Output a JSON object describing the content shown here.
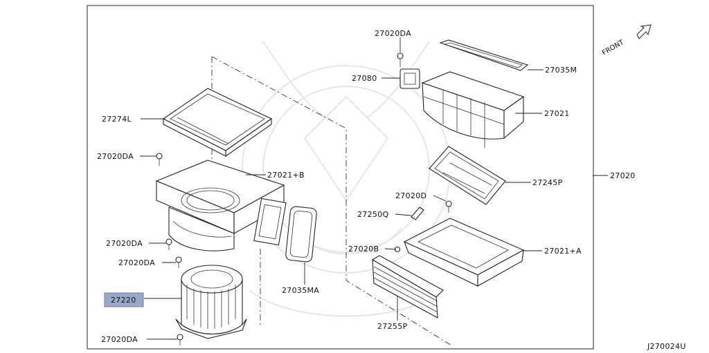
{
  "diagram_code": "J270024U",
  "front_label": "FRONT",
  "highlight_color": "#9aa7c8",
  "parts": {
    "p27274L": "27274L",
    "p27020DA_top": "27020DA",
    "p27021B": "27021+B",
    "p27020DA_mid1": "27020DA",
    "p27020DA_mid2": "27020DA",
    "p27220": "27220",
    "p27020DA_bot": "27020DA",
    "p27035MA": "27035MA",
    "p27020DA_upper": "27020DA",
    "p27080": "27080",
    "p27035M": "27035M",
    "p27021": "27021",
    "p27245P": "27245P",
    "p27020": "27020",
    "p27020D": "27020D",
    "p27250Q": "27250Q",
    "p27020B": "27020B",
    "p27021A": "27021+A",
    "p27255P": "27255P"
  }
}
